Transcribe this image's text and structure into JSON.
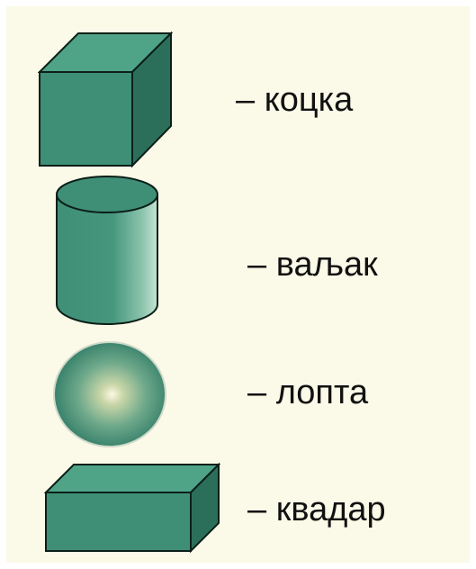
{
  "colors": {
    "background": "#fbf9e7",
    "shape_fill": "#3f8f77",
    "shape_light": "#4fa488",
    "shape_dark": "#2b6f5b",
    "outline": "#0b1f18"
  },
  "items": [
    {
      "shape": "cube-icon",
      "label": "– коцка"
    },
    {
      "shape": "cylinder-icon",
      "label": "– ваљак"
    },
    {
      "shape": "sphere-icon",
      "label": "– лопта"
    },
    {
      "shape": "rectangular-prism-icon",
      "label": "– квадар"
    }
  ]
}
